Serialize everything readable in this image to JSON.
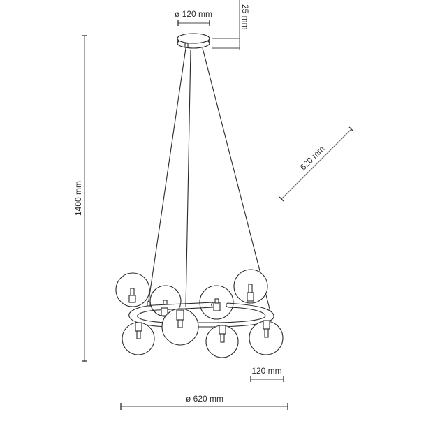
{
  "diagram": {
    "type": "technical-dimension-drawing",
    "subject": "pendant lamp with ring and glass globes",
    "colors": {
      "line": "#2a2a2a",
      "dimension": "#6e6e6e",
      "background": "#ffffff"
    },
    "dimensions": {
      "canopy_diameter": "ø 120 mm",
      "canopy_height": "25 mm",
      "total_height": "1400 mm",
      "depth": "620 mm",
      "globe_diameter": "120 mm",
      "ring_diameter": "ø 620 mm"
    },
    "components": {
      "canopy": "ceiling canopy",
      "suspension_cables": 3,
      "ring": "circular ring frame",
      "globes": 8
    }
  }
}
